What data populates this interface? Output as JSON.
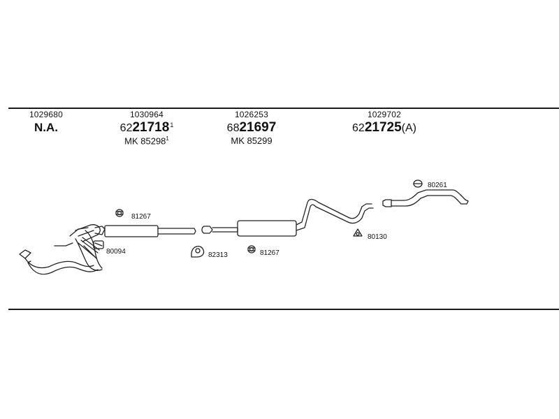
{
  "columns": [
    {
      "id": "1029680",
      "na": "N.A."
    },
    {
      "id": "1030964",
      "prefix": "62",
      "main": "21718",
      "sup": "1",
      "mk": "MK 85298",
      "mk_sup": "1"
    },
    {
      "id": "1026253",
      "prefix": "68",
      "main": "21697",
      "mk": "MK 85299"
    },
    {
      "id": "1029702",
      "prefix": "62",
      "main": "21725",
      "suffix": "(A)"
    }
  ],
  "callouts": {
    "c81267_top": "81267",
    "c80094": "80094",
    "c82313": "82313",
    "c81267_bottom": "81267",
    "c80130": "80130",
    "c80261": "80261"
  },
  "icons": [
    "clamp-icon",
    "hanger-ring-icon",
    "gasket-icon",
    "rubber-mount-icon"
  ]
}
